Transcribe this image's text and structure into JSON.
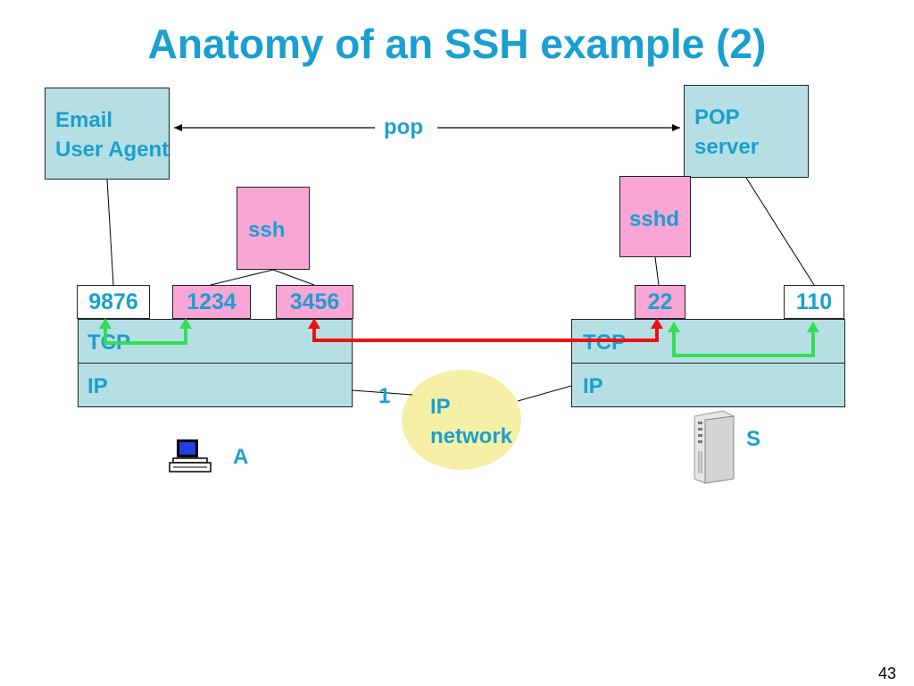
{
  "slide": {
    "title": "Anatomy of an SSH example (2)",
    "page_number": "43"
  },
  "diagram": {
    "email_agent": {
      "line1": "Email",
      "line2": "User Agent"
    },
    "pop_server": {
      "line1": "POP",
      "line2": "server"
    },
    "pop_label": "pop",
    "ssh_label": "ssh",
    "sshd_label": "sshd",
    "client_ports": [
      "9876",
      "1234",
      "3456"
    ],
    "server_ports": [
      "22",
      "110"
    ],
    "client_tcp": "TCP",
    "client_ip": "IP",
    "server_tcp": "TCP",
    "server_ip": "IP",
    "network_label": {
      "line1": "IP",
      "line2": "network"
    },
    "link_label": "1",
    "host_a": "A",
    "host_s": "S"
  },
  "colors": {
    "title": "#1a9fd0",
    "layer_box": "#b6dfe3",
    "ssh_box": "#f9a6d6",
    "network": "#f6f0a6",
    "tunnel_arrow": "#ee1111",
    "local_arrow": "#33dd55"
  }
}
